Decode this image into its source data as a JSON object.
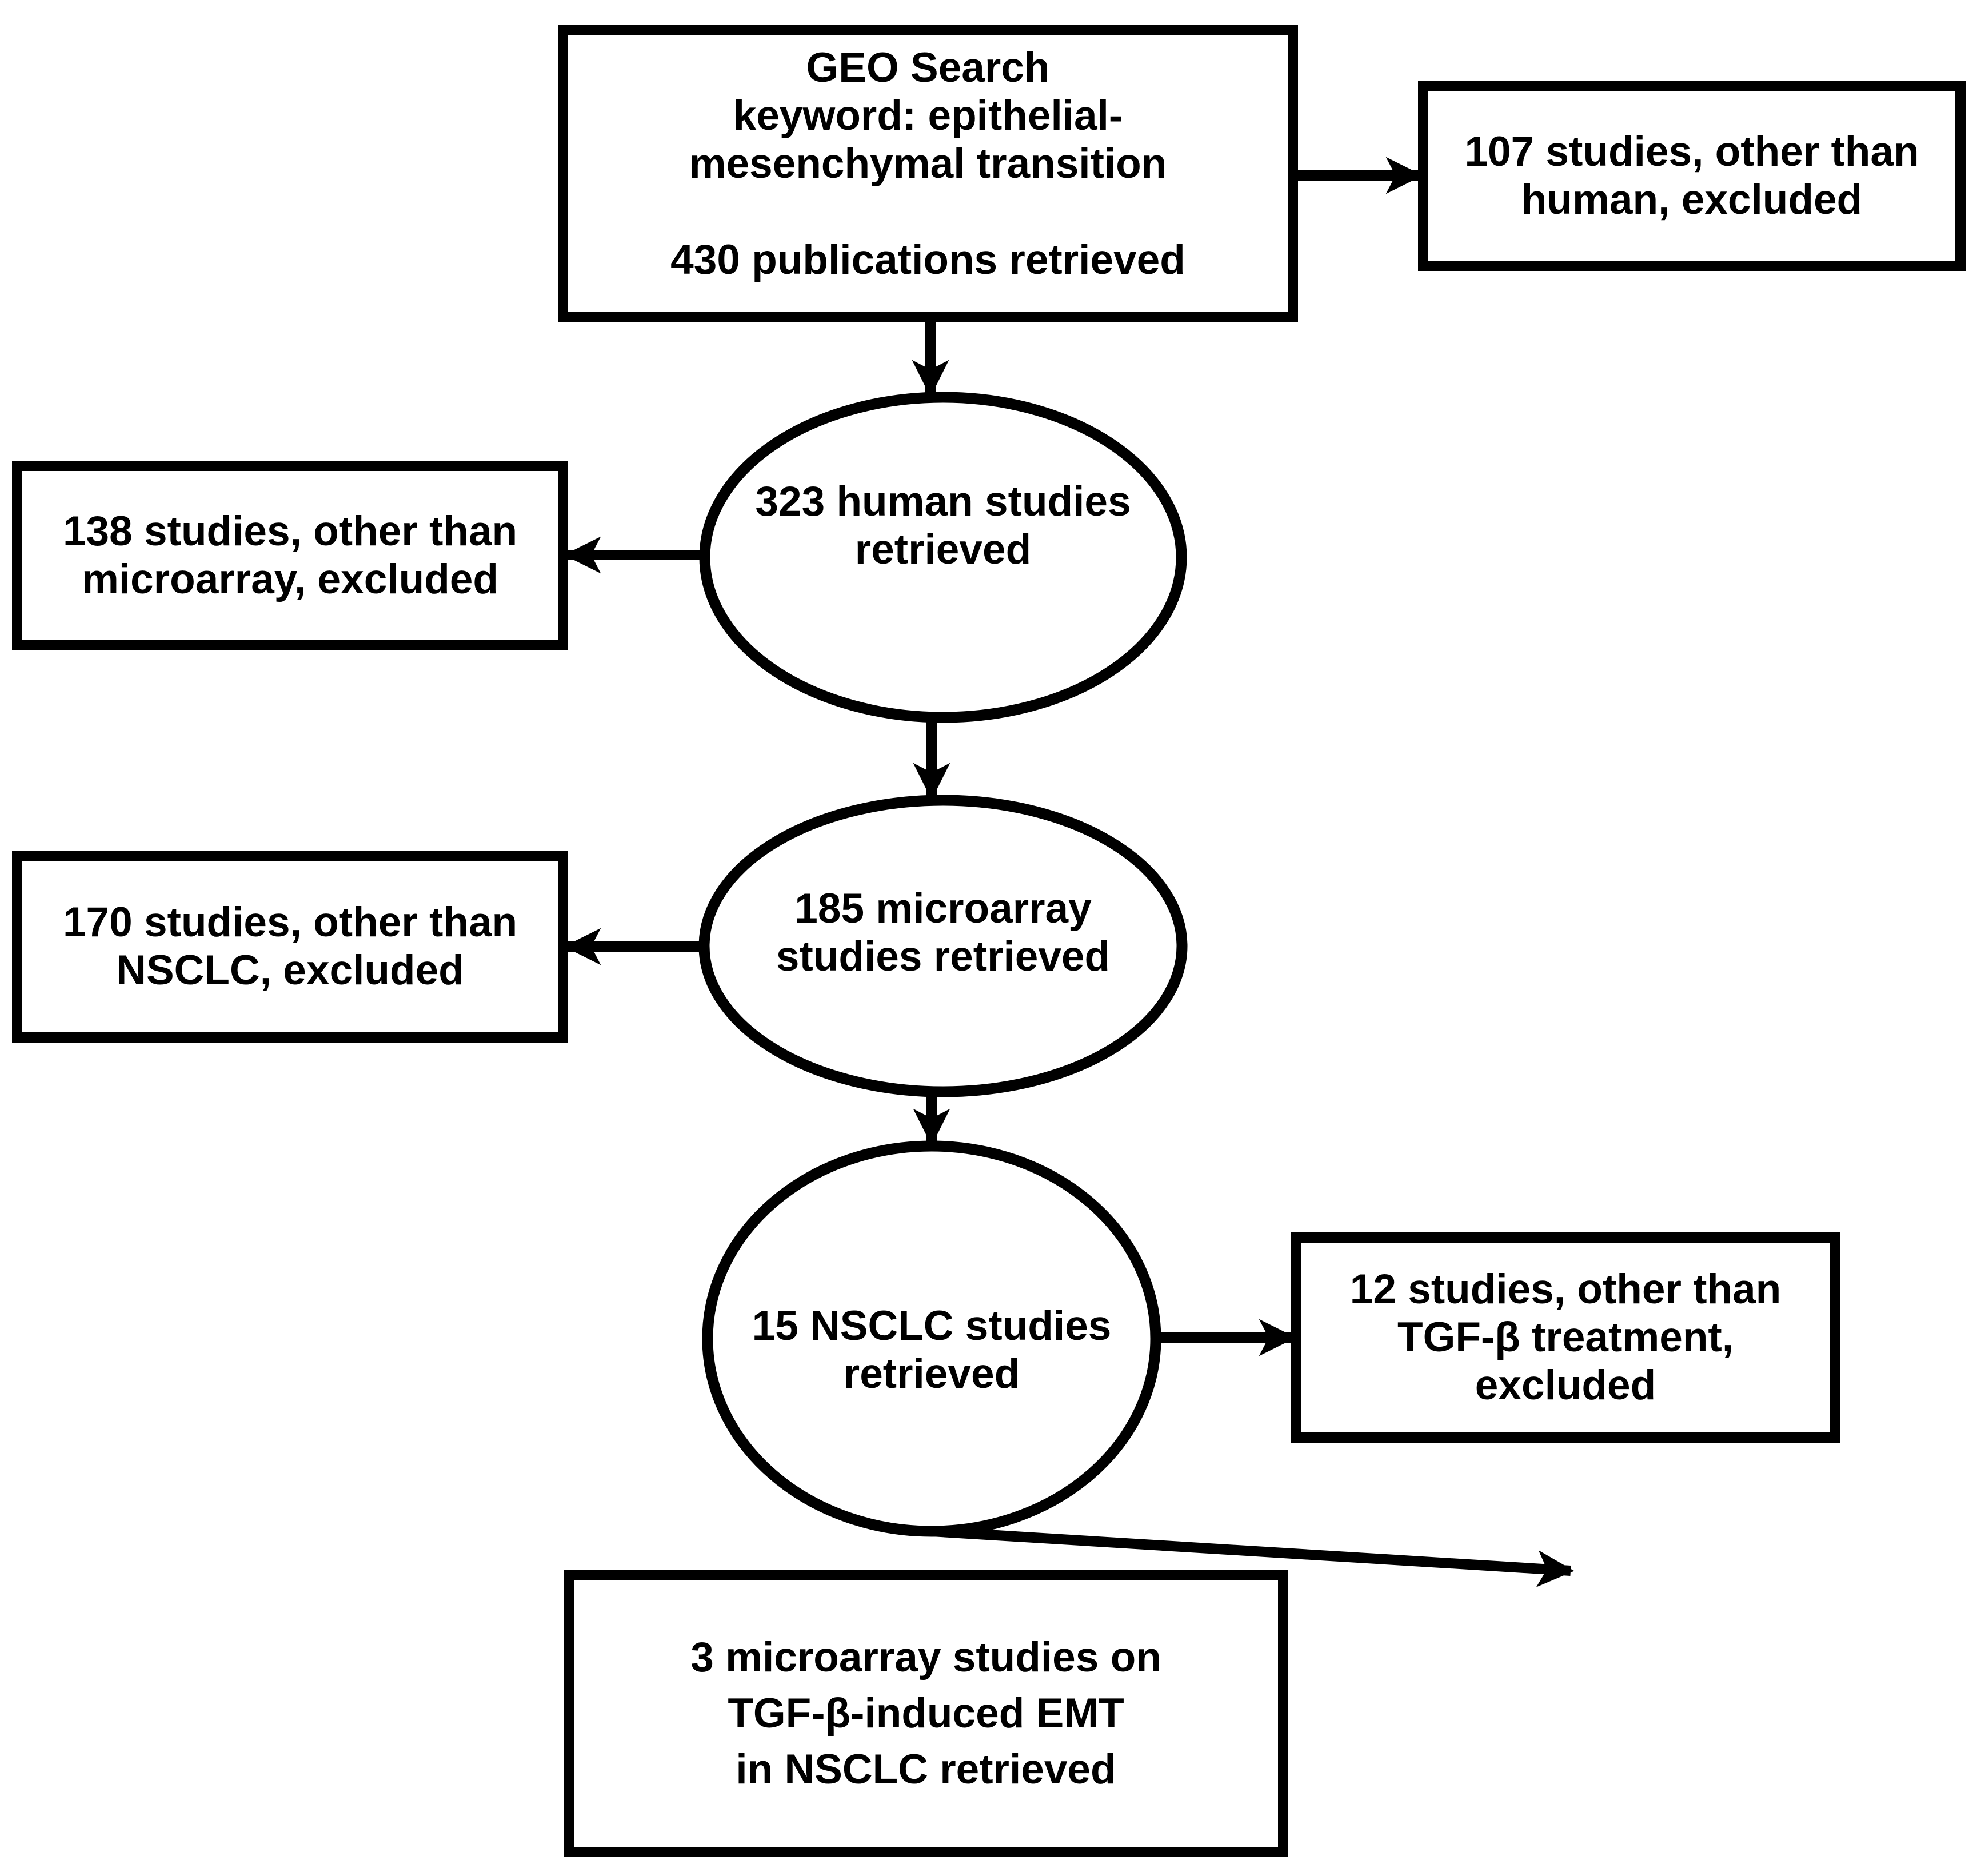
{
  "colors": {
    "ink": "#000000",
    "paper": "#ffffff"
  },
  "nodes": {
    "geo_search": "GEO Search\nkeyword: epithelial-\nmesenchymal transition\n\n430 publications retrieved",
    "excluded_non_human": "107 studies, other than\nhuman, excluded",
    "human_studies": "323 human studies\nretrieved",
    "excluded_non_microarray": "138 studies, other than\nmicroarray, excluded",
    "microarray_studies": "185 microarray\nstudies retrieved",
    "excluded_non_nsclc": "170 studies, other than\nNSCLC, excluded",
    "nsclc_studies": "15 NSCLC studies\nretrieved",
    "excluded_non_tgfb": "12 studies, other than\nTGF-β treatment,\nexcluded",
    "final_retrieved": "3 microarray studies on\nTGF-β-induced EMT\nin NSCLC retrieved"
  }
}
